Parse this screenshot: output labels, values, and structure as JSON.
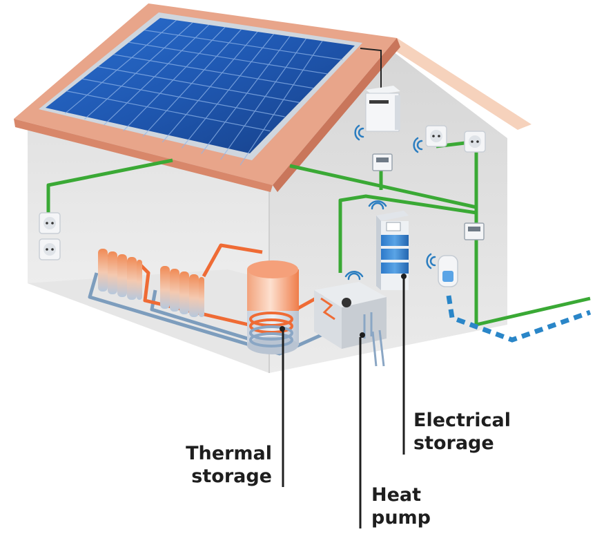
{
  "labels": {
    "thermal_storage": {
      "line1": "Thermal",
      "line2": "storage"
    },
    "electrical_storage": {
      "line1": "Electrical",
      "line2": "storage"
    },
    "heat_pump": {
      "line1": "Heat",
      "line2": "pump"
    }
  },
  "colors": {
    "roof_edge": "#e8a58a",
    "roof_gable": "#f6d2bc",
    "solar_panel": "#1f57b0",
    "solar_frame": "#cfd6de",
    "wall_light": "#ececec",
    "wall_shade": "#dcdcdc",
    "power_line": "#3aa935",
    "hot_water": "#ef6b35",
    "cold_water": "#7d9dbd",
    "grid_line": "#2a86c8",
    "wireless": "#2a7dc0",
    "callout_line": "#1e1e1e",
    "label_text": "#1e1e1e"
  },
  "icons": [
    "wifi-icon",
    "socket-icon",
    "inverter-icon",
    "meter-icon",
    "thermostat-icon",
    "radiator-icon"
  ]
}
